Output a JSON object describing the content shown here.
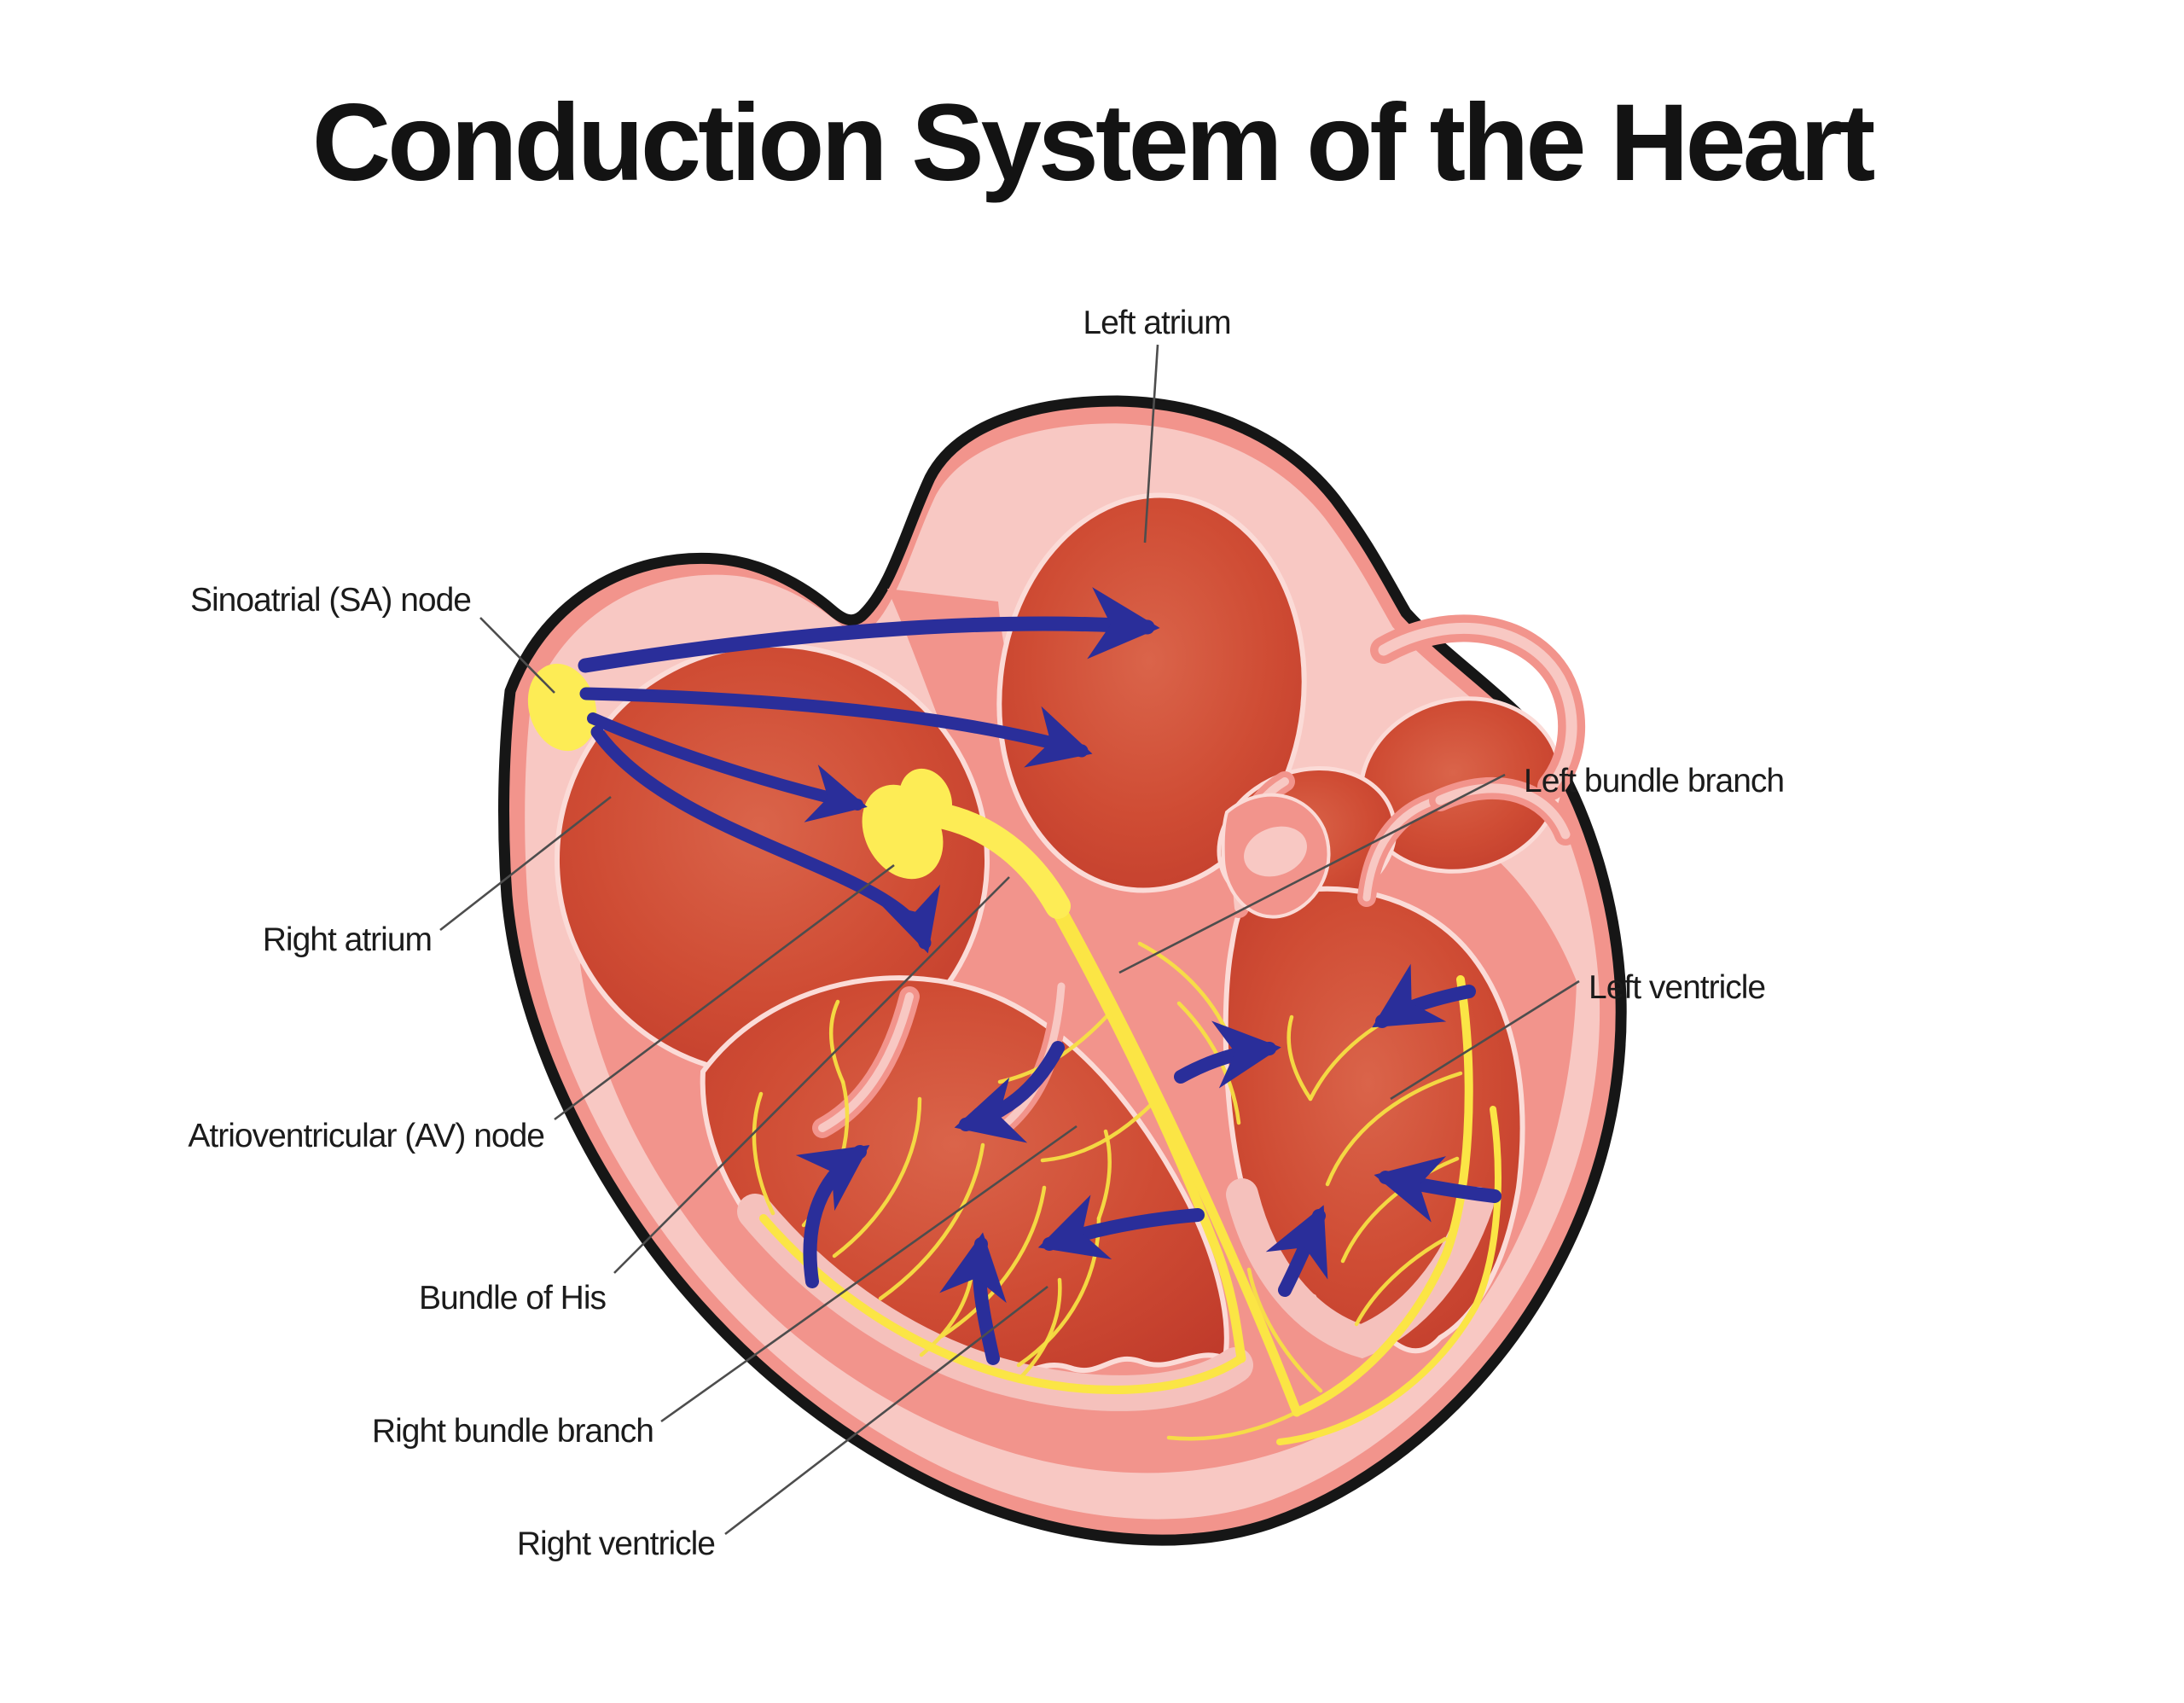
{
  "title": "Conduction System of the Heart",
  "figure": {
    "type": "anatomical-diagram",
    "subject": "Cross-section of the human heart showing the cardiac conduction system with blue arrows indicating the spread of electrical impulses"
  },
  "labels": [
    {
      "id": "left-atrium",
      "text": "Left atrium"
    },
    {
      "id": "sinoatrial-node",
      "text": "Sinoatrial (SA) node"
    },
    {
      "id": "left-bundle-branch",
      "text": "Left bundle branch"
    },
    {
      "id": "right-atrium",
      "text": "Right atrium"
    },
    {
      "id": "left-ventricle",
      "text": "Left ventricle"
    },
    {
      "id": "atrioventricular-node",
      "text": "Atrioventricular (AV) node"
    },
    {
      "id": "bundle-of-his",
      "text": "Bundle of His"
    },
    {
      "id": "right-bundle-branch",
      "text": "Right bundle branch"
    },
    {
      "id": "right-ventricle",
      "text": "Right ventricle"
    }
  ],
  "colors": {
    "background": "#ffffff",
    "title_text": "#131313",
    "label_text": "#1b1b1b",
    "outline_black": "#161616",
    "wall_pink": "#f2948c",
    "wall_light_pink": "#f8c8c3",
    "chamber_lining_pale": "#fbdbd7",
    "chamber_red_center": "#d96045",
    "chamber_red_edge": "#c03b2b",
    "conduction_yellow": "#fbe545",
    "node_yellow": "#fdec55",
    "arrow_blue": "#2a2e9a",
    "leader_line": "#4d4d4d"
  }
}
